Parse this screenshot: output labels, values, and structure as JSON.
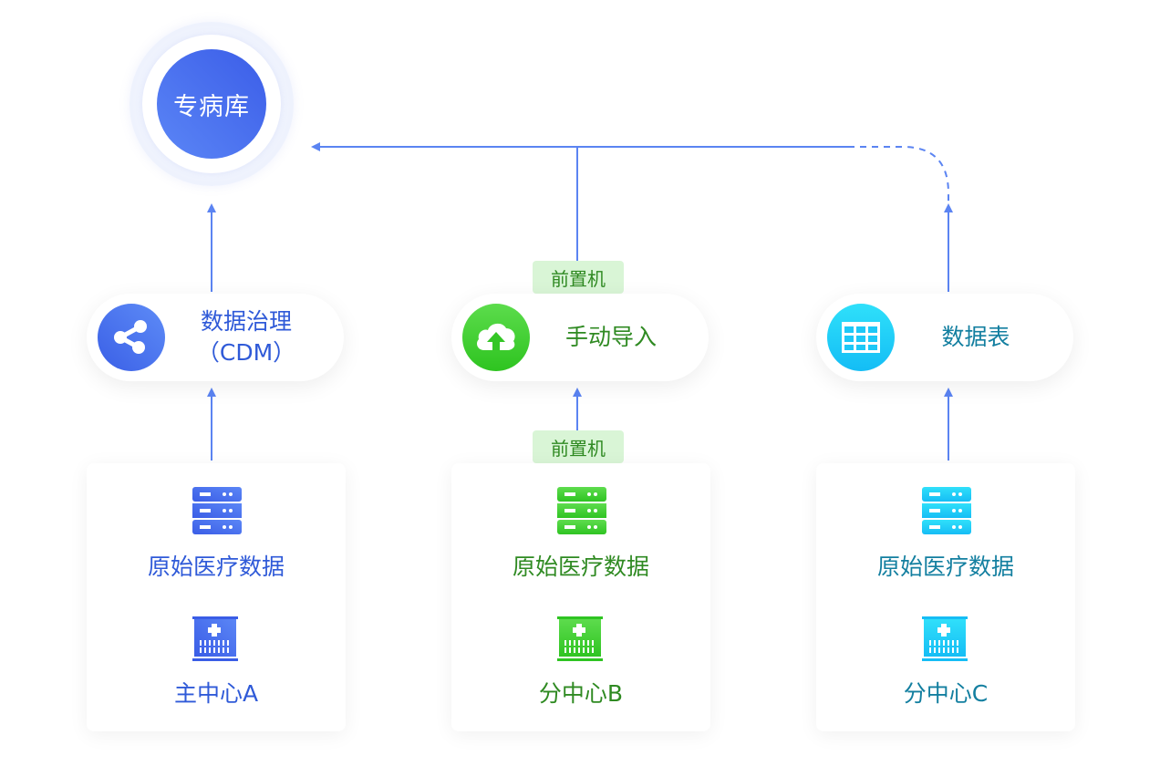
{
  "hub": {
    "label": "专病库",
    "color": "#3b5de8"
  },
  "connector_color": "#5b84f2",
  "pipelines": [
    {
      "id": "a",
      "theme": "blue",
      "process": {
        "label_line1": "数据治理",
        "label_line2": "（CDM）",
        "icon": "share-icon"
      },
      "source": {
        "data_label": "原始医疗数据",
        "center_label": "主中心A",
        "data_icon": "server-icon",
        "center_icon": "hospital-icon"
      },
      "link_style": "solid"
    },
    {
      "id": "b",
      "theme": "green",
      "process": {
        "label_line1": "手动导入",
        "icon": "cloud-upload-icon"
      },
      "tags": {
        "upper": "前置机",
        "lower": "前置机"
      },
      "source": {
        "data_label": "原始医疗数据",
        "center_label": "分中心B",
        "data_icon": "server-icon",
        "center_icon": "hospital-icon"
      },
      "link_style": "solid"
    },
    {
      "id": "c",
      "theme": "cyan",
      "process": {
        "label_line1": "数据表",
        "icon": "table-icon"
      },
      "source": {
        "data_label": "原始医疗数据",
        "center_label": "分中心C",
        "data_icon": "server-icon",
        "center_icon": "hospital-icon"
      },
      "link_style": "dashed"
    }
  ]
}
